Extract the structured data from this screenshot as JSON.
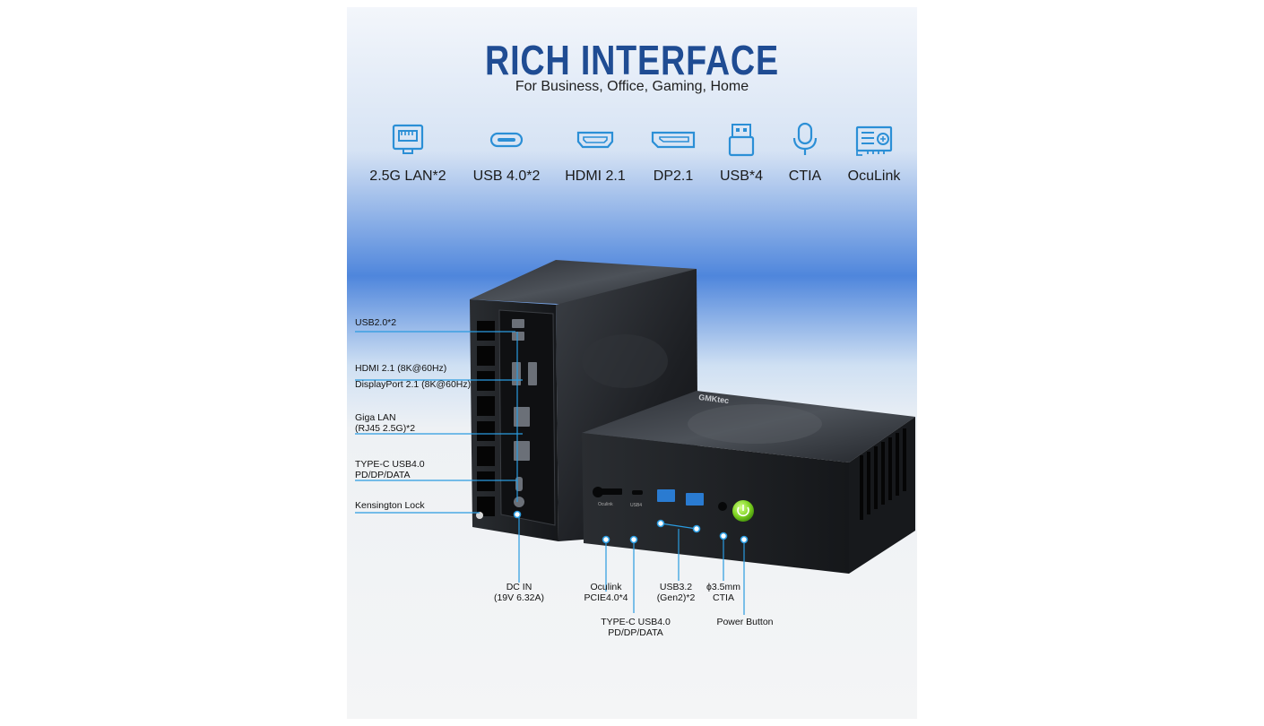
{
  "title": "RICH INTERFACE",
  "subtitle": "For Business, Office, Gaming, Home",
  "features": [
    {
      "icon": "lan-port-icon",
      "label": "2.5G LAN*2"
    },
    {
      "icon": "usb-c-port-icon",
      "label": "USB 4.0*2"
    },
    {
      "icon": "hdmi-port-icon",
      "label": "HDMI 2.1"
    },
    {
      "icon": "displayport-icon",
      "label": "DP2.1"
    },
    {
      "icon": "usb-a-port-icon",
      "label": "USB*4"
    },
    {
      "icon": "microphone-icon",
      "label": "CTIA"
    },
    {
      "icon": "oculink-card-icon",
      "label": "OcuLink"
    }
  ],
  "left_callouts": [
    {
      "lines": [
        "USB2.0*2"
      ]
    },
    {
      "lines": [
        "HDMI 2.1 (8K@60Hz)"
      ]
    },
    {
      "lines": [
        "DisplayPort 2.1 (8K@60Hz)"
      ]
    },
    {
      "lines": [
        "Giga LAN",
        "(RJ45 2.5G)*2"
      ]
    },
    {
      "lines": [
        "TYPE-C USB4.0",
        "PD/DP/DATA"
      ]
    },
    {
      "lines": [
        "Kensington Lock"
      ]
    }
  ],
  "bottom_callouts": [
    {
      "lines": [
        "DC IN",
        "(19V 6.32A)"
      ]
    },
    {
      "lines": [
        "Oculink",
        "PCIE4.0*4"
      ]
    },
    {
      "lines": [
        "TYPE-C USB4.0",
        "PD/DP/DATA"
      ]
    },
    {
      "lines": [
        "USB3.2",
        "(Gen2)*2"
      ]
    },
    {
      "lines": [
        "ϕ3.5mm",
        "CTIA"
      ]
    },
    {
      "lines": [
        "Power Button"
      ]
    }
  ],
  "device": {
    "brand_logo": "GMKtec",
    "port_labels": [
      "Oculink",
      "USB4"
    ]
  },
  "colors": {
    "title": "#1f4c93",
    "icon": "#2b8fd6",
    "callout_line": "#2a9be0",
    "power_button": "#7ed321"
  }
}
